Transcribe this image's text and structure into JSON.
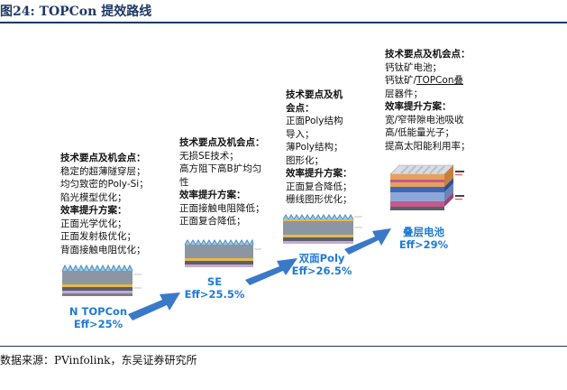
{
  "header": {
    "title": "图24: TOPCon 提效路线"
  },
  "source": "数据来源：PVinfolink，东吴证券研究所",
  "colors": {
    "accent_blue": "#1f7ad9",
    "arrow_blue": "#3a78c8",
    "rule_navy": "#1f3864"
  },
  "stages": [
    {
      "name": "N TOPCon",
      "eff": "Eff>25%",
      "tech_title": "技术要点及机会点：",
      "tech_items": [
        "稳定的超薄隧穿层；",
        "均匀致密的Poly-Si；",
        "陷光模型优化；"
      ],
      "improve_title": "效率提升方案：",
      "improve_items": [
        "正面光学优化；",
        "正面发射极优化；",
        "背面接触电阻优化；"
      ]
    },
    {
      "name": "SE",
      "eff": "Eff>25.5%",
      "tech_title": "技术要点及机会点：",
      "tech_items": [
        "无损SE技术；",
        "高方阻下高B扩均匀",
        "性"
      ],
      "improve_title": "效率提升方案：",
      "improve_items": [
        "正面接触电阻降低；",
        "正面复合降低；"
      ]
    },
    {
      "name": "双面Poly",
      "eff": "Eff>26.5%",
      "tech_title_1": "技术要点及机",
      "tech_title_2": "会点：",
      "tech_items": [
        "正面Poly结构",
        "导入；",
        "薄Poly结构；",
        "图形化；"
      ],
      "improve_title": "效率提升方案：",
      "improve_items": [
        "正面复合降低；",
        "栅线图形优化；"
      ]
    },
    {
      "name": "叠层电池",
      "eff": "Eff>29%",
      "tech_title": "技术要点及机会点：",
      "tech_items": [
        "钙钛矿电池；",
        "钙钛矿/",
        "TOPCon叠",
        "层器件；"
      ],
      "improve_title": "效率提升方案：",
      "improve_items": [
        "宽/窄带隙电池吸收",
        "高/低能量光子；",
        "提高太阳能利用率；"
      ]
    }
  ]
}
